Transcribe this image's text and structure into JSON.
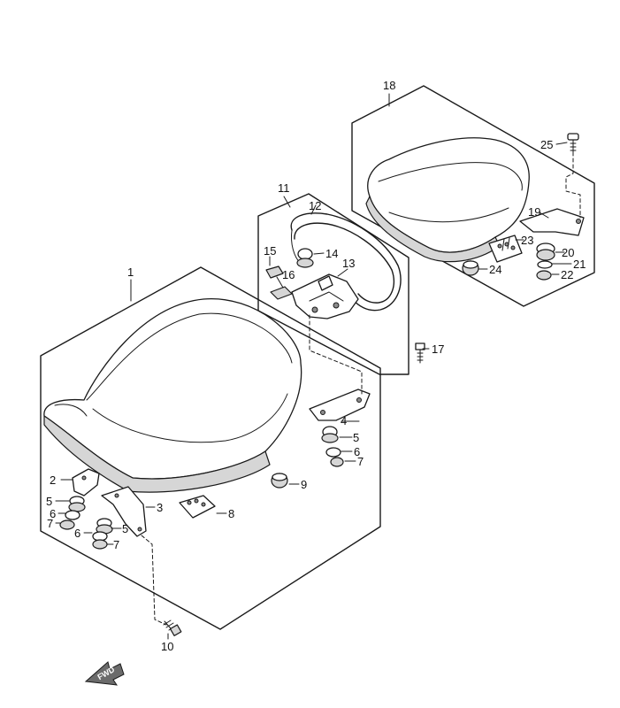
{
  "diagram": {
    "labels": {
      "l1": "1",
      "l2": "2",
      "l3": "3",
      "l4": "4",
      "l5a": "5",
      "l5b": "5",
      "l5c": "5",
      "l6a": "6",
      "l6b": "6",
      "l6c": "6",
      "l7a": "7",
      "l7b": "7",
      "l7c": "7",
      "l8": "8",
      "l9": "9",
      "l10": "10",
      "l11": "11",
      "l12": "12",
      "l13": "13",
      "l14": "14",
      "l15": "15",
      "l16": "16",
      "l17": "17",
      "l18": "18",
      "l19": "19",
      "l20": "20",
      "l21": "21",
      "l22": "22",
      "l23": "23",
      "l24": "24",
      "l25": "25"
    },
    "direction_badge": "FWD"
  }
}
